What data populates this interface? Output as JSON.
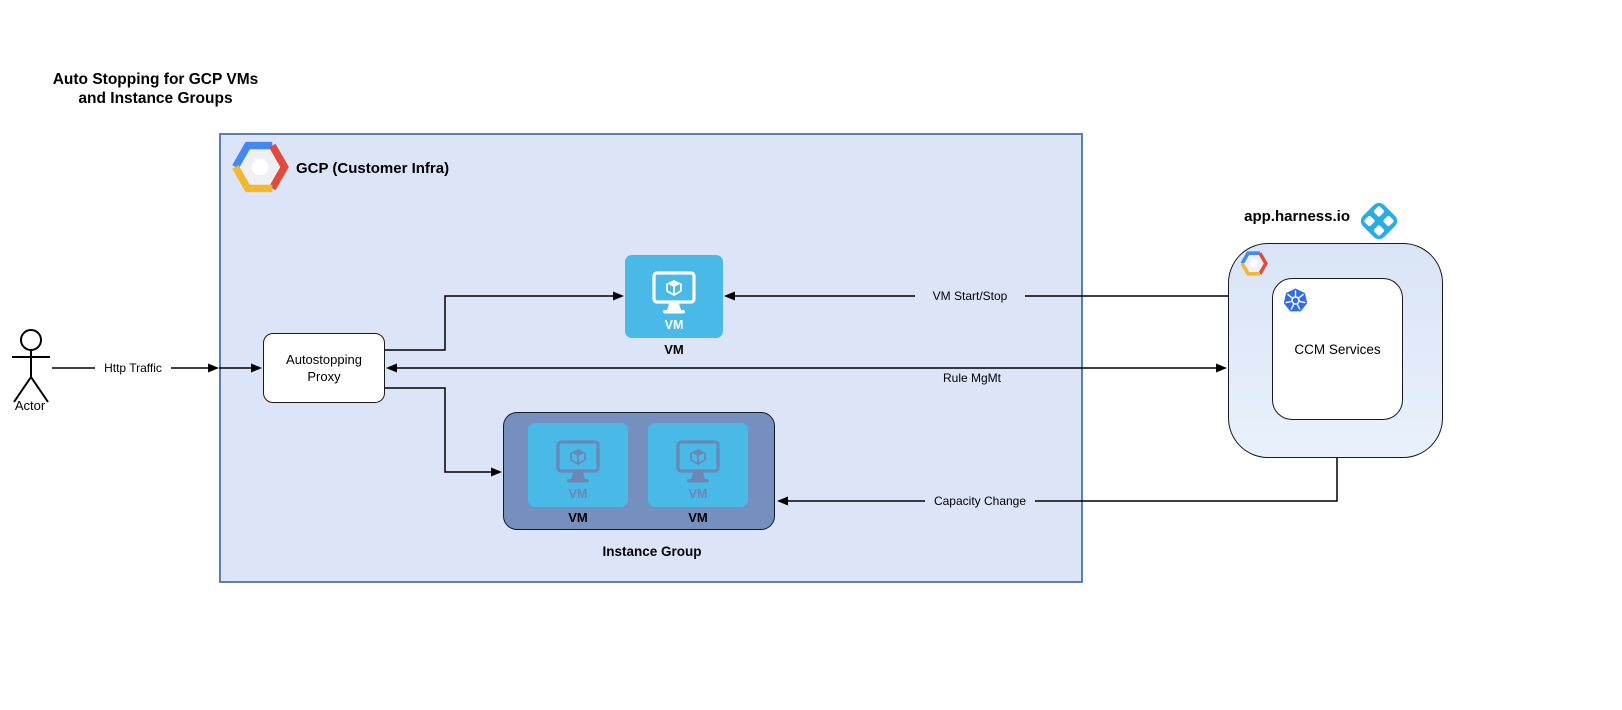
{
  "diagram": {
    "title_line1": "Auto Stopping for GCP VMs",
    "title_line2": "and Instance Groups"
  },
  "actor": {
    "label": "Actor"
  },
  "edges": {
    "http_traffic": {
      "label": "Http Traffic"
    },
    "vm_start_stop": {
      "label": "VM Start/Stop"
    },
    "rule_mgmt": {
      "label": "Rule MgMt"
    },
    "capacity_change": {
      "label": "Capacity Change"
    }
  },
  "gcp_container": {
    "label": "GCP (Customer Infra)"
  },
  "autostopping_proxy": {
    "line1": "Autostopping",
    "line2": "Proxy"
  },
  "vm_node": {
    "icon_text": "VM",
    "label": "VM"
  },
  "instance_group": {
    "label": "Instance Group",
    "vms": [
      {
        "icon_text": "VM",
        "label": "VM"
      },
      {
        "icon_text": "VM",
        "label": "VM"
      }
    ]
  },
  "harness": {
    "label": "app.harness.io",
    "ccm_services": {
      "label": "CCM Services"
    }
  },
  "icons": {
    "gcp_logo": "gcp-hexagon-logo",
    "harness_logo": "harness-diamond-logo",
    "kubernetes": "kubernetes-wheel",
    "vm": "compute-engine-monitor",
    "actor": "uml-actor-stick-figure"
  },
  "colors": {
    "gcp_box_fill": "#dbe5f7",
    "gcp_box_border": "#5b7fae",
    "vm_icon_blue": "#49b9e8",
    "instance_group_fill": "#7590bf",
    "muted_glyph_blue": "#6d87b5",
    "harness_box_fill": "#dbe6f8",
    "kubernetes_blue": "#326ce5",
    "harness_logo_blue": "#29ace4",
    "gcp_logo_blue": "#4688f1",
    "gcp_logo_red": "#e04a3f",
    "gcp_logo_yellow": "#f2b834",
    "arrow_color": "#000000"
  }
}
